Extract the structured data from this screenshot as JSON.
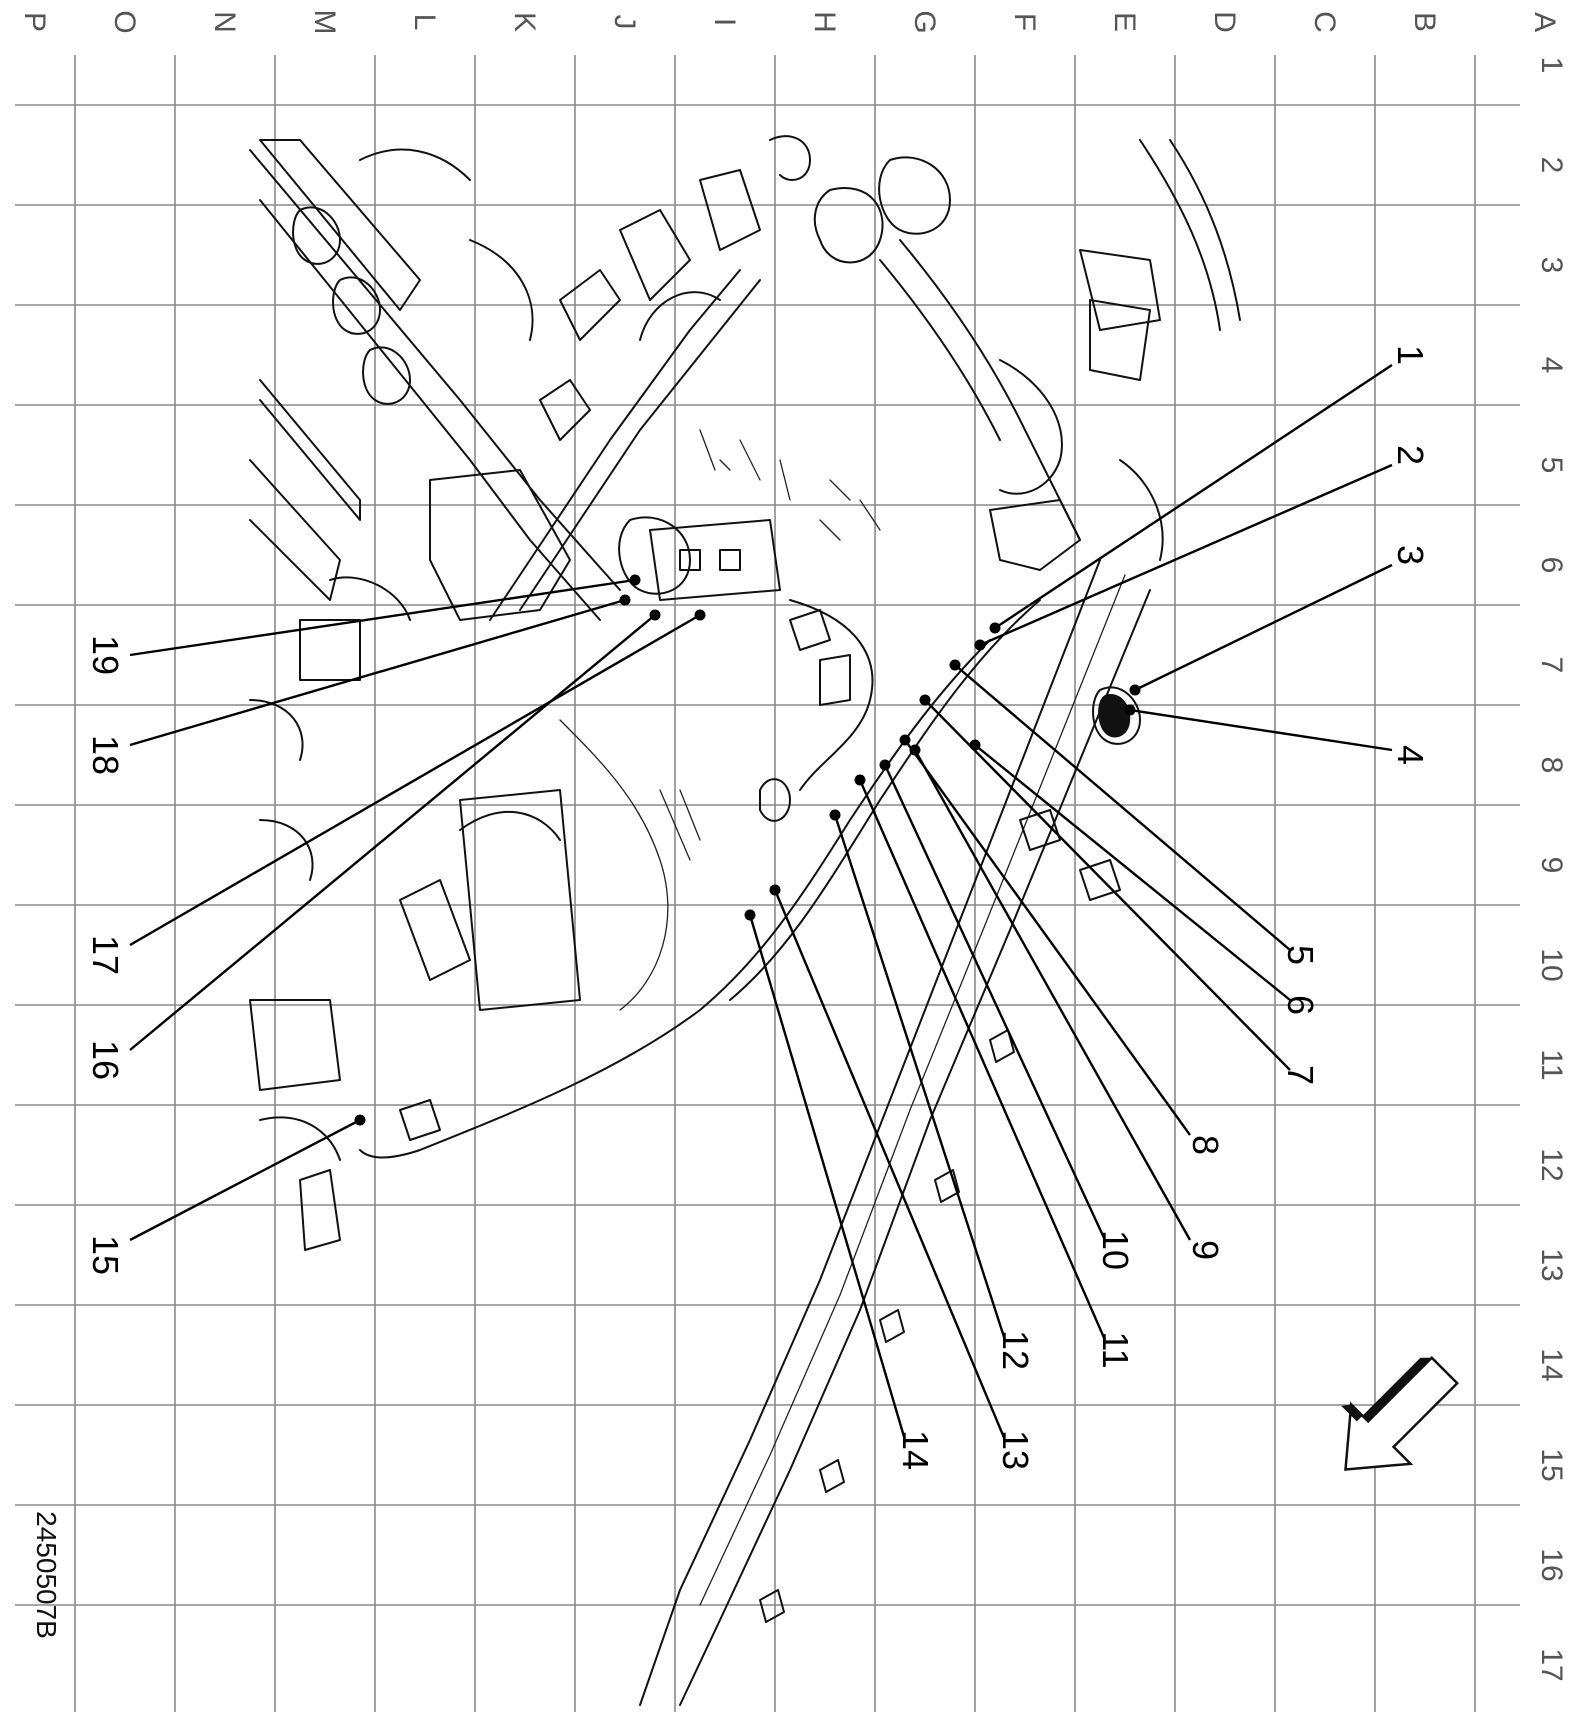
{
  "grid": {
    "columns": [
      "A",
      "B",
      "C",
      "D",
      "E",
      "F",
      "G",
      "H",
      "I",
      "J",
      "K",
      "L",
      "M",
      "N",
      "O",
      "P"
    ],
    "rows": [
      "1",
      "2",
      "3",
      "4",
      "5",
      "6",
      "7",
      "8",
      "9",
      "10",
      "11",
      "12",
      "13",
      "14",
      "15",
      "16",
      "17"
    ]
  },
  "figure_id": "2450507B",
  "callouts": [
    "1",
    "2",
    "3",
    "4",
    "5",
    "6",
    "7",
    "8",
    "9",
    "10",
    "11",
    "12",
    "13",
    "14",
    "15",
    "16",
    "17",
    "18",
    "19"
  ],
  "colors": {
    "grid": "#8a8a8a",
    "ink": "#111111",
    "background": "#ffffff"
  },
  "icons": {
    "direction_arrow": "forward-arrow-icon"
  }
}
